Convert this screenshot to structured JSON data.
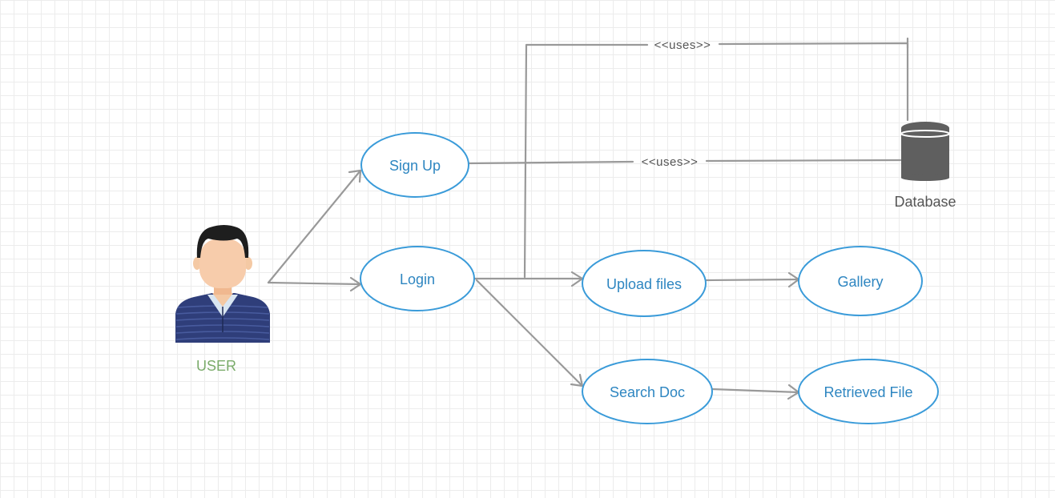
{
  "actor": {
    "label": "USER"
  },
  "database": {
    "label": "Database"
  },
  "use_cases": {
    "sign_up": "Sign Up",
    "login": "Login",
    "upload_files": "Upload files",
    "gallery": "Gallery",
    "search_doc": "Search Doc",
    "retrieved_file": "Retrieved File"
  },
  "relations": {
    "uses_top": "<<uses>>",
    "uses_signup": "<<uses>>"
  },
  "colors": {
    "use_case_border": "#3a9bd9",
    "use_case_text": "#2e86c1",
    "connector": "#999999",
    "actor_label": "#7aab6a",
    "database_fill": "#5f5f5f"
  }
}
